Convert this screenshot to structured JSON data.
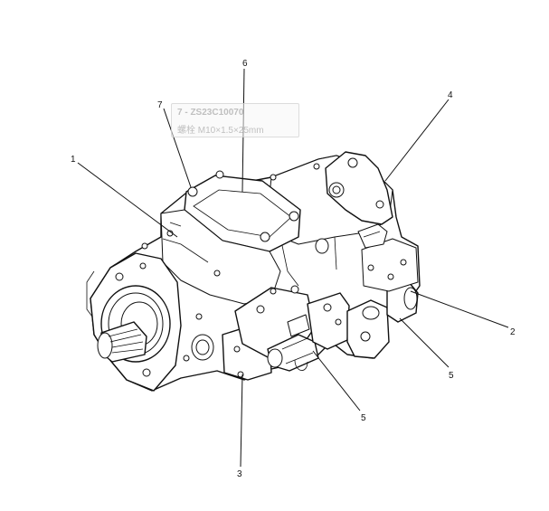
{
  "callouts": {
    "c1": "1",
    "c2": "2",
    "c3": "3",
    "c4": "4",
    "c5a": "5",
    "c5b": "5",
    "c6": "6",
    "c7": "7"
  },
  "tooltip": {
    "line1": "7 - ZS23C10070",
    "line2": "螺栓 M10×1.5×25mm"
  }
}
